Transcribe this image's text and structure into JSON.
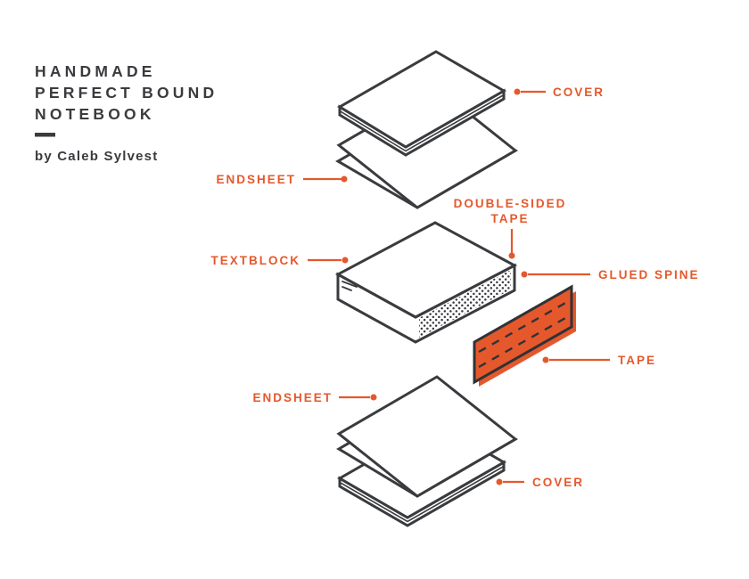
{
  "title": {
    "line1": "HANDMADE",
    "line2": "PERFECT BOUND",
    "line3": "NOTEBOOK",
    "byline": "by Caleb Sylvest"
  },
  "labels": {
    "cover_top": "COVER",
    "endsheet_top": "ENDSHEET",
    "double_sided_tape": {
      "line1": "DOUBLE-SIDED",
      "line2": "TAPE"
    },
    "textblock": "TEXTBLOCK",
    "glued_spine": "GLUED SPINE",
    "tape": "TAPE",
    "endsheet_bottom": "ENDSHEET",
    "cover_bottom": "COVER"
  },
  "colors": {
    "accent": "#e5582c",
    "ink": "#3a3b3e",
    "background": "#ffffff"
  }
}
